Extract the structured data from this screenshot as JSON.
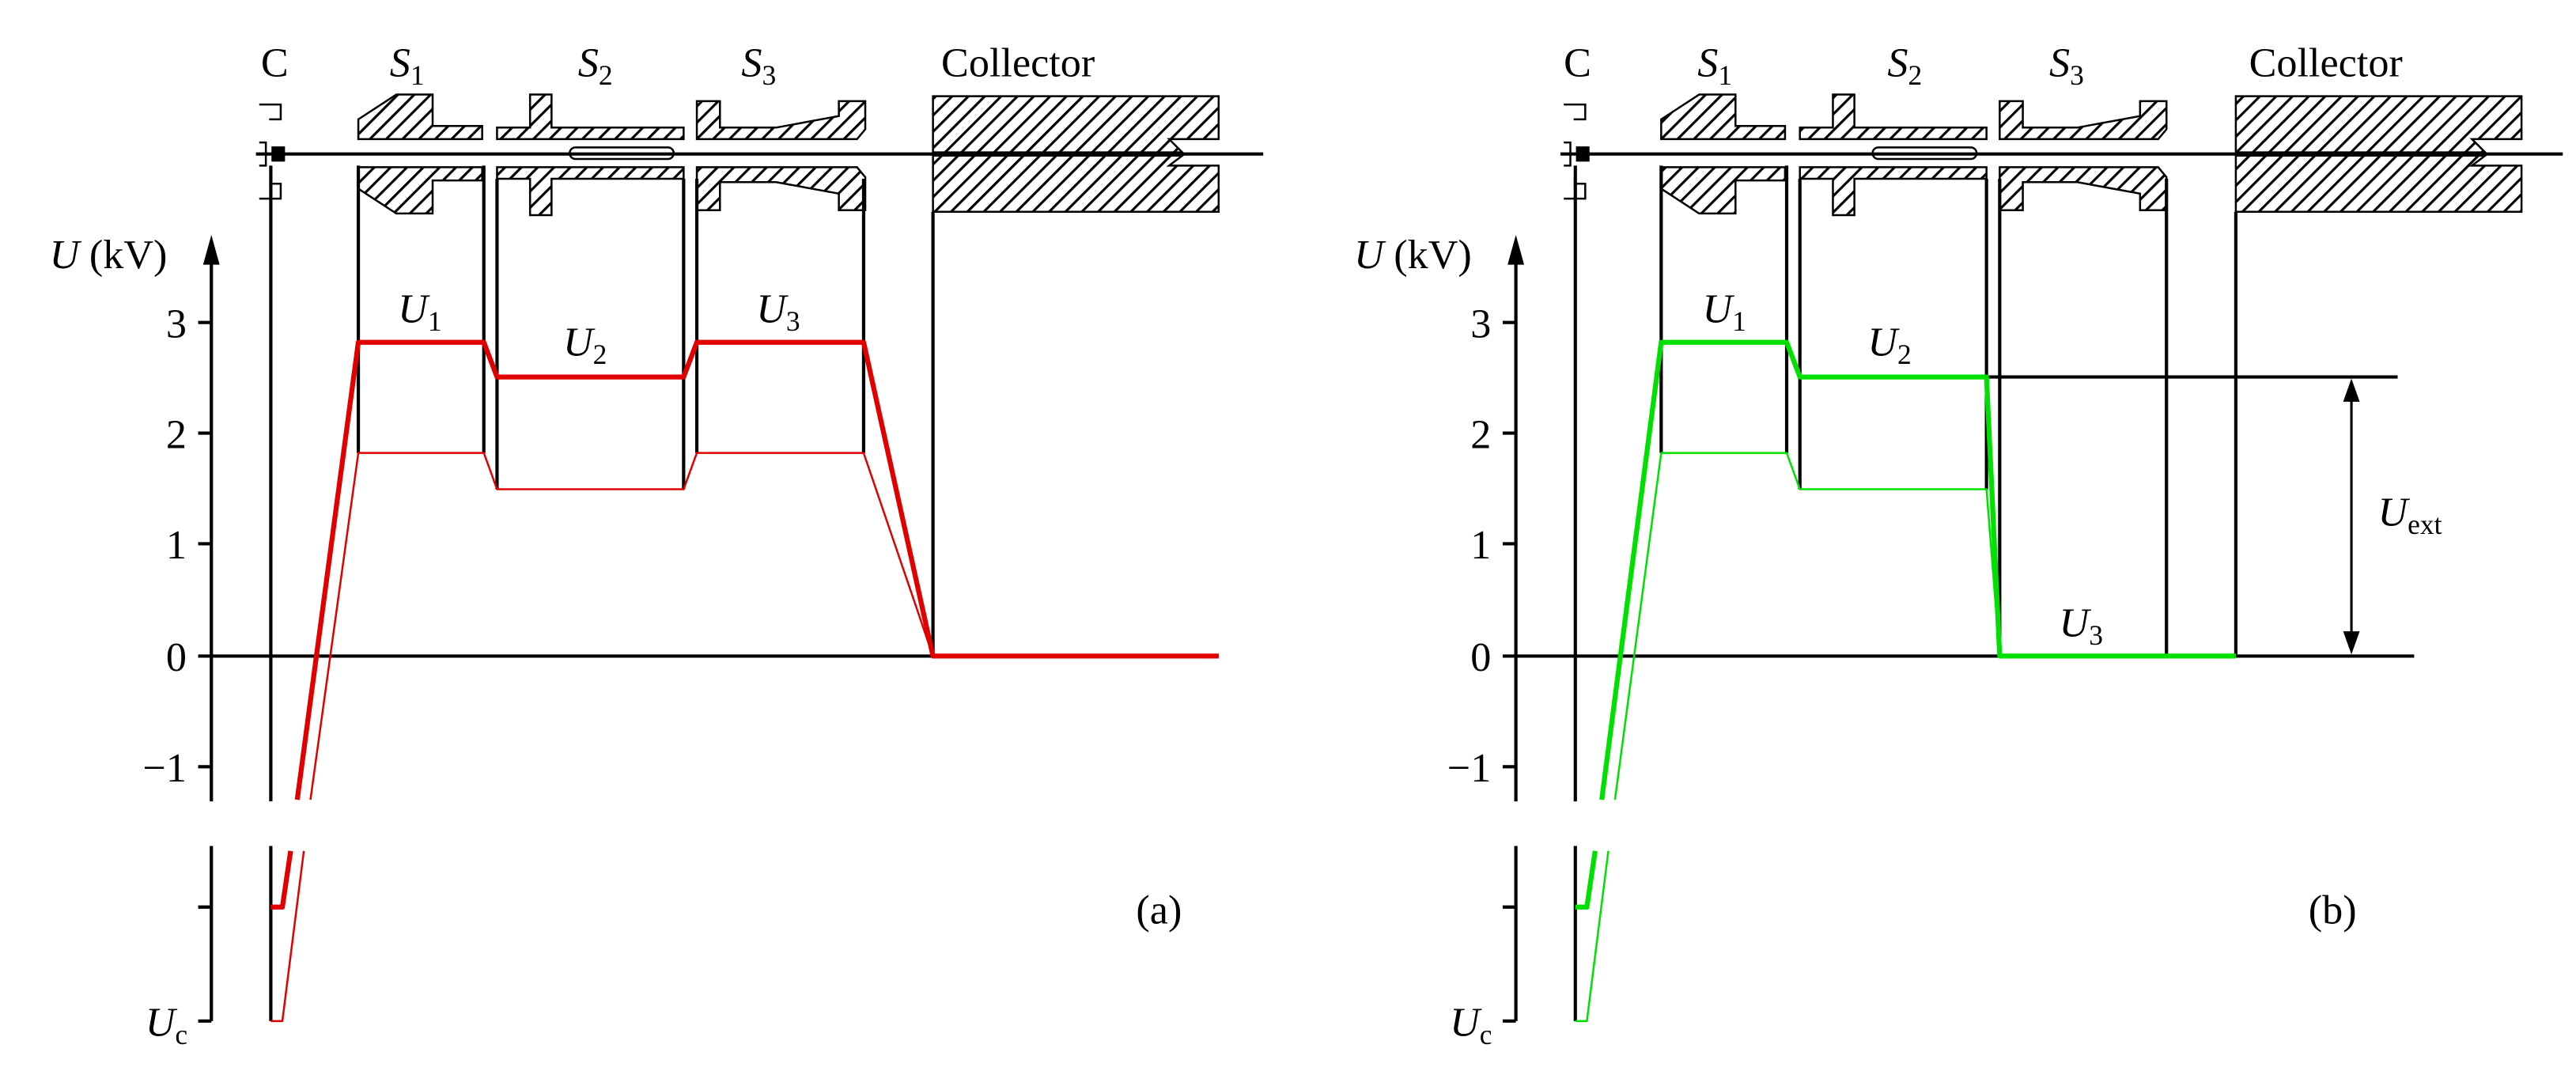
{
  "colors": {
    "panel_a_potential": "#e00000",
    "panel_b_potential": "#00e000",
    "structure": "#000000"
  },
  "labels": {
    "cathode": "C",
    "s_letter": "S",
    "s_subs": [
      "1",
      "2",
      "3"
    ],
    "collector": "Collector",
    "u_letter": "U",
    "y_unit": "(kV)",
    "u_subs": [
      "1",
      "2",
      "3"
    ],
    "u_ext_sub": "ext",
    "u_c_sub": "c"
  },
  "y_axis": {
    "ticks": [
      "3",
      "2",
      "1",
      "0",
      "−1"
    ]
  },
  "panels": [
    {
      "id": "a",
      "caption": "(a)",
      "case": "all stages at potential"
    },
    {
      "id": "b",
      "caption": "(b)",
      "case": "stage 3 grounded, U_ext extraction"
    }
  ],
  "potentials_kV": {
    "panel_a": {
      "U1": 2.8,
      "U2": 2.5,
      "U3": 2.8,
      "collector": 0
    },
    "panel_b": {
      "U1": 2.8,
      "U2": 2.5,
      "U3": 0,
      "U_ext": 2.5
    }
  }
}
